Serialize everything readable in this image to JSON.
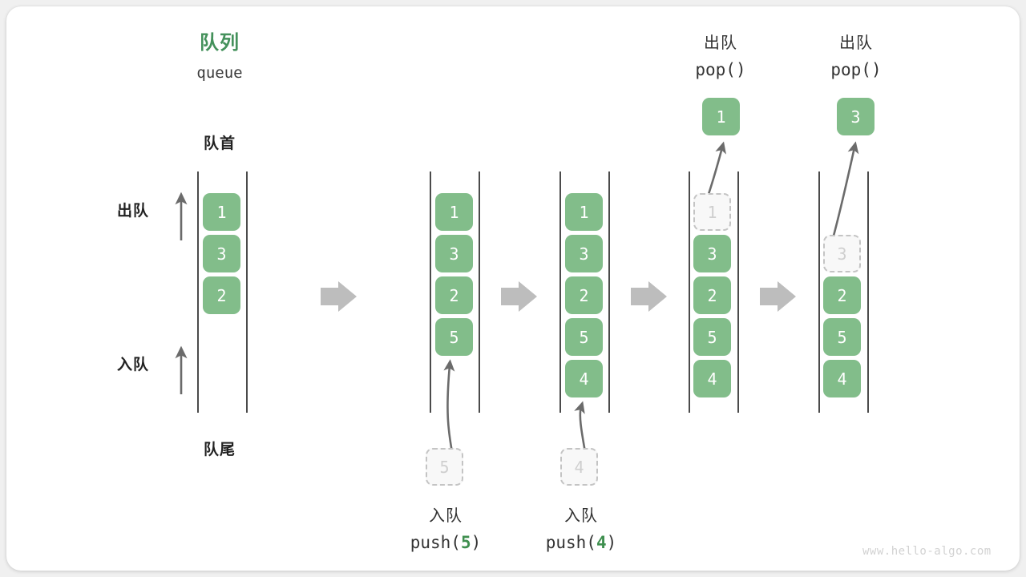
{
  "diagram": {
    "title_cn": "队列",
    "title_en": "queue",
    "head_label": "队首",
    "tail_label": "队尾",
    "dequeue_label": "出队",
    "enqueue_label": "入队",
    "watermark": "www.hello-algo.com",
    "colors": {
      "accent_green": "#82bd8a",
      "title_green": "#44915b",
      "arg_green": "#3f8f4f",
      "rail": "#4b4b4b",
      "ghost_fill": "#f8f8f8",
      "ghost_border": "#c4c4c4",
      "ghost_text": "#cfcfcf",
      "step_arrow": "#bdbdbd",
      "curve_arrow": "#6b6b6b",
      "text": "#333333",
      "card_bg": "#ffffff",
      "page_bg": "#f0f0f0"
    }
  },
  "steps": [
    {
      "id": "step-initial",
      "queue": [
        "1",
        "3",
        "2"
      ],
      "ghost": null,
      "ghost_slot": null,
      "popped": null,
      "op_cn": null,
      "op_code": null
    },
    {
      "id": "step-push-5",
      "queue": [
        "1",
        "3",
        "2",
        "5"
      ],
      "ghost": "5",
      "ghost_slot": "below",
      "popped": null,
      "op_cn": "入队",
      "op_code": "push(5)",
      "op_code_prefix": "push(",
      "op_code_arg": "5",
      "op_code_suffix": ")"
    },
    {
      "id": "step-push-4",
      "queue": [
        "1",
        "3",
        "2",
        "5",
        "4"
      ],
      "ghost": "4",
      "ghost_slot": "below",
      "popped": null,
      "op_cn": "入队",
      "op_code": "push(4)",
      "op_code_prefix": "push(",
      "op_code_arg": "4",
      "op_code_suffix": ")"
    },
    {
      "id": "step-pop-1",
      "queue": [
        "3",
        "2",
        "5",
        "4"
      ],
      "ghost": "1",
      "ghost_slot": 0,
      "popped": "1",
      "op_cn": "出队",
      "op_code": "pop()",
      "op_code_prefix": "pop(",
      "op_code_arg": "",
      "op_code_suffix": ")"
    },
    {
      "id": "step-pop-3",
      "queue": [
        "2",
        "5",
        "4"
      ],
      "ghost": "3",
      "ghost_slot": 1,
      "popped": "3",
      "op_cn": "出队",
      "op_code": "pop()",
      "op_code_prefix": "pop(",
      "op_code_arg": "",
      "op_code_suffix": ")"
    }
  ],
  "transitions": [
    {
      "id": "transition-1"
    },
    {
      "id": "transition-2"
    },
    {
      "id": "transition-3"
    },
    {
      "id": "transition-4"
    }
  ]
}
